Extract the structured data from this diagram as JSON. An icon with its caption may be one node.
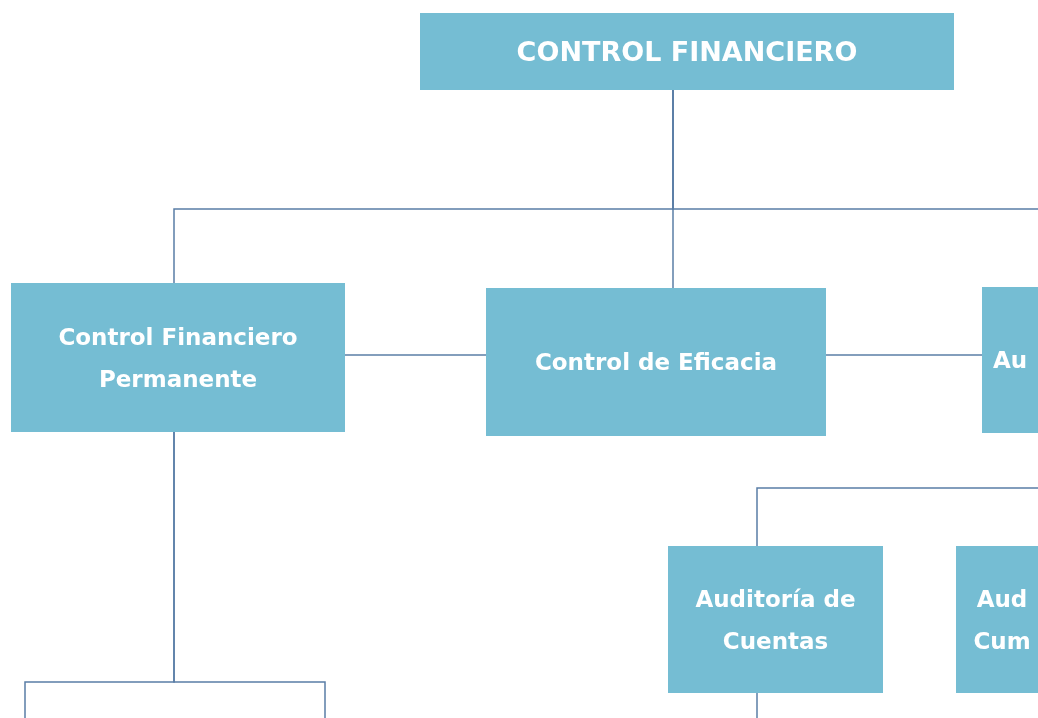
{
  "diagram": {
    "nodes": [
      {
        "text": [
          "CONTROL FINANCIERO"
        ]
      },
      {
        "text": [
          "Control Financiero Permanente"
        ]
      },
      {
        "text": [
          "Control de Eficacia"
        ]
      },
      {
        "text": [
          "Au"
        ]
      },
      {
        "text": [
          "Auditoría de Cuentas"
        ]
      },
      {
        "text": [
          "Aud Cum"
        ]
      }
    ],
    "edges": [
      {
        "from": 0,
        "to": 1,
        "arrow": "none"
      },
      {
        "from": 0,
        "to": 2,
        "arrow": "none"
      },
      {
        "from": 0,
        "to": 3,
        "arrow": "none"
      },
      {
        "from": 1,
        "to": 2,
        "arrow": "none"
      },
      {
        "from": 2,
        "to": 3,
        "arrow": "none"
      },
      {
        "from": 3,
        "to": 4,
        "arrow": "none"
      },
      {
        "from": 1,
        "to": null,
        "arrow": "none"
      },
      {
        "from": 1,
        "to": null,
        "arrow": "none"
      },
      {
        "from": 4,
        "to": null,
        "arrow": "none"
      }
    ]
  }
}
